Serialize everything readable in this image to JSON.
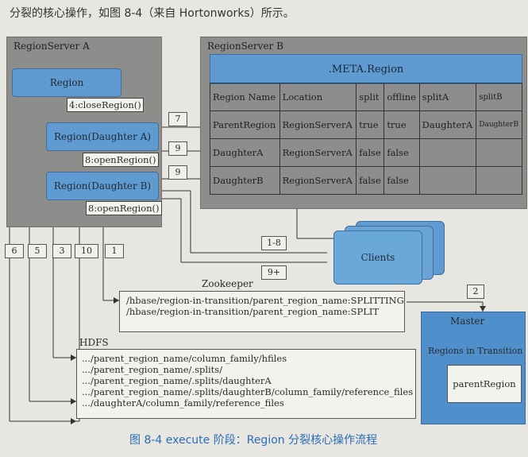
{
  "heading": "分裂的核心操作，如图 8-4（来自 Hortonworks）所示。",
  "regionserver_a": {
    "title": "RegionServer A",
    "region": "Region",
    "daughter_a": "Region(Daughter A)",
    "daughter_b": "Region(Daughter B)",
    "op_close": "4:closeRegion()",
    "op_open_a": "8:openRegion()",
    "op_open_b": "8:openRegion()"
  },
  "regionserver_b": {
    "title": "RegionServer B",
    "meta_title": ".META.Region",
    "columns": [
      "Region Name",
      "Location",
      "split",
      "offline",
      "splitA",
      "splitB"
    ],
    "rows": [
      [
        "ParentRegion",
        "RegionServerA",
        "true",
        "true",
        "DaughterA",
        "DaughterB"
      ],
      [
        "DaughterA",
        "RegionServerA",
        "false",
        "false",
        "",
        ""
      ],
      [
        "DaughterB",
        "RegionServerA",
        "false",
        "false",
        "",
        ""
      ]
    ]
  },
  "steps": {
    "s7": "7",
    "s9a": "9",
    "s9b": "9",
    "s6": "6",
    "s5": "5",
    "s3": "3",
    "s10": "10",
    "s1": "1",
    "s18": "1-8",
    "s9plus": "9+",
    "s2": "2"
  },
  "clients": {
    "label": "Clients"
  },
  "zookeeper": {
    "title": "Zookeeper",
    "lines": [
      "/hbase/region-in-transition/parent_region_name:SPLITTING",
      "/hbase/region-in-transition/parent_region_name:SPLIT"
    ]
  },
  "master": {
    "title": "Master",
    "rit": "Regions in Transition",
    "parent": "parentRegion"
  },
  "hdfs": {
    "title": "HDFS",
    "lines": [
      ".../parent_region_name/column_family/hfiles",
      ".../parent_region_name/.splits/",
      ".../parent_region_name/.splits/daughterA",
      ".../parent_region_name/.splits/daughterB/column_family/reference_files",
      ".../daughterA/column_family/reference_files"
    ]
  },
  "caption": "图 8-4   execute 阶段：Region 分裂核心操作流程",
  "colors": {
    "region_blue": "#5f9ad0",
    "panel_gray": "#8d8d8b",
    "caption_blue": "#2a6db8"
  }
}
